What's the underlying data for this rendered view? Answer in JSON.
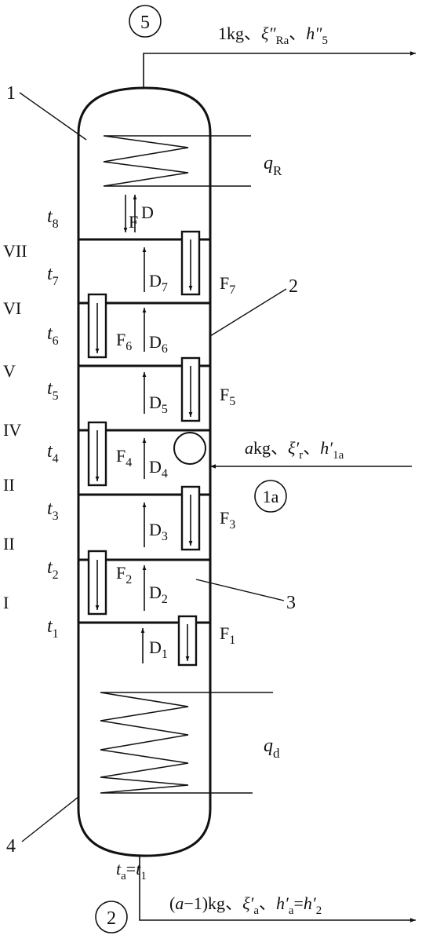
{
  "circles": {
    "top": "5",
    "feed": "1a",
    "bottom": "2"
  },
  "top_stream": {
    "qty": "1kg",
    "sep1": "、",
    "xi": "ξ″",
    "xi_sub": "Ra",
    "sep2": "、",
    "h": "h″",
    "h_sub": "5"
  },
  "feed_stream": {
    "a": "a",
    "qty": "kg",
    "sep1": "、",
    "xi": "ξ′",
    "xi_sub": "r",
    "sep2": "、",
    "h": "h′",
    "h_sub": "1a"
  },
  "bottom_stream": {
    "open": "(",
    "a": "a",
    "rest": "−1)kg",
    "sep1": "、",
    "xi": "ξ′",
    "xi_sub": "a",
    "sep2": "、",
    "h": "h′",
    "h_sub": "a",
    "eq": "=",
    "h2": "h′",
    "h2_sub": "2"
  },
  "heat": {
    "top": {
      "q": "q",
      "sub": "R"
    },
    "bottom": {
      "q": "q",
      "sub": "d"
    }
  },
  "parts": [
    "1",
    "2",
    "3",
    "4"
  ],
  "stage_numerals": [
    "VII",
    "VI",
    "V",
    "IV",
    "II",
    "II",
    "I"
  ],
  "temperatures": [
    {
      "t": "t",
      "sub": "8"
    },
    {
      "t": "t",
      "sub": "7"
    },
    {
      "t": "t",
      "sub": "6"
    },
    {
      "t": "t",
      "sub": "5"
    },
    {
      "t": "t",
      "sub": "4"
    },
    {
      "t": "t",
      "sub": "3"
    },
    {
      "t": "t",
      "sub": "2"
    },
    {
      "t": "t",
      "sub": "1"
    }
  ],
  "vapor_labels": [
    {
      "main": "D",
      "sub": ""
    },
    {
      "main": "D",
      "sub": "7"
    },
    {
      "main": "D",
      "sub": "6"
    },
    {
      "main": "D",
      "sub": "5"
    },
    {
      "main": "D",
      "sub": "4"
    },
    {
      "main": "D",
      "sub": "3"
    },
    {
      "main": "D",
      "sub": "2"
    },
    {
      "main": "D",
      "sub": "1"
    }
  ],
  "liquid_labels": [
    {
      "main": "F",
      "sub": ""
    },
    {
      "main": "F",
      "sub": "7"
    },
    {
      "main": "F",
      "sub": "6"
    },
    {
      "main": "F",
      "sub": "5"
    },
    {
      "main": "F",
      "sub": "4"
    },
    {
      "main": "F",
      "sub": "3"
    },
    {
      "main": "F",
      "sub": "2"
    },
    {
      "main": "F",
      "sub": "1"
    }
  ],
  "bottom_temp": {
    "t1": "t",
    "t1_sub": "a",
    "eq": "=",
    "t2": "t",
    "t2_sub": "1"
  }
}
